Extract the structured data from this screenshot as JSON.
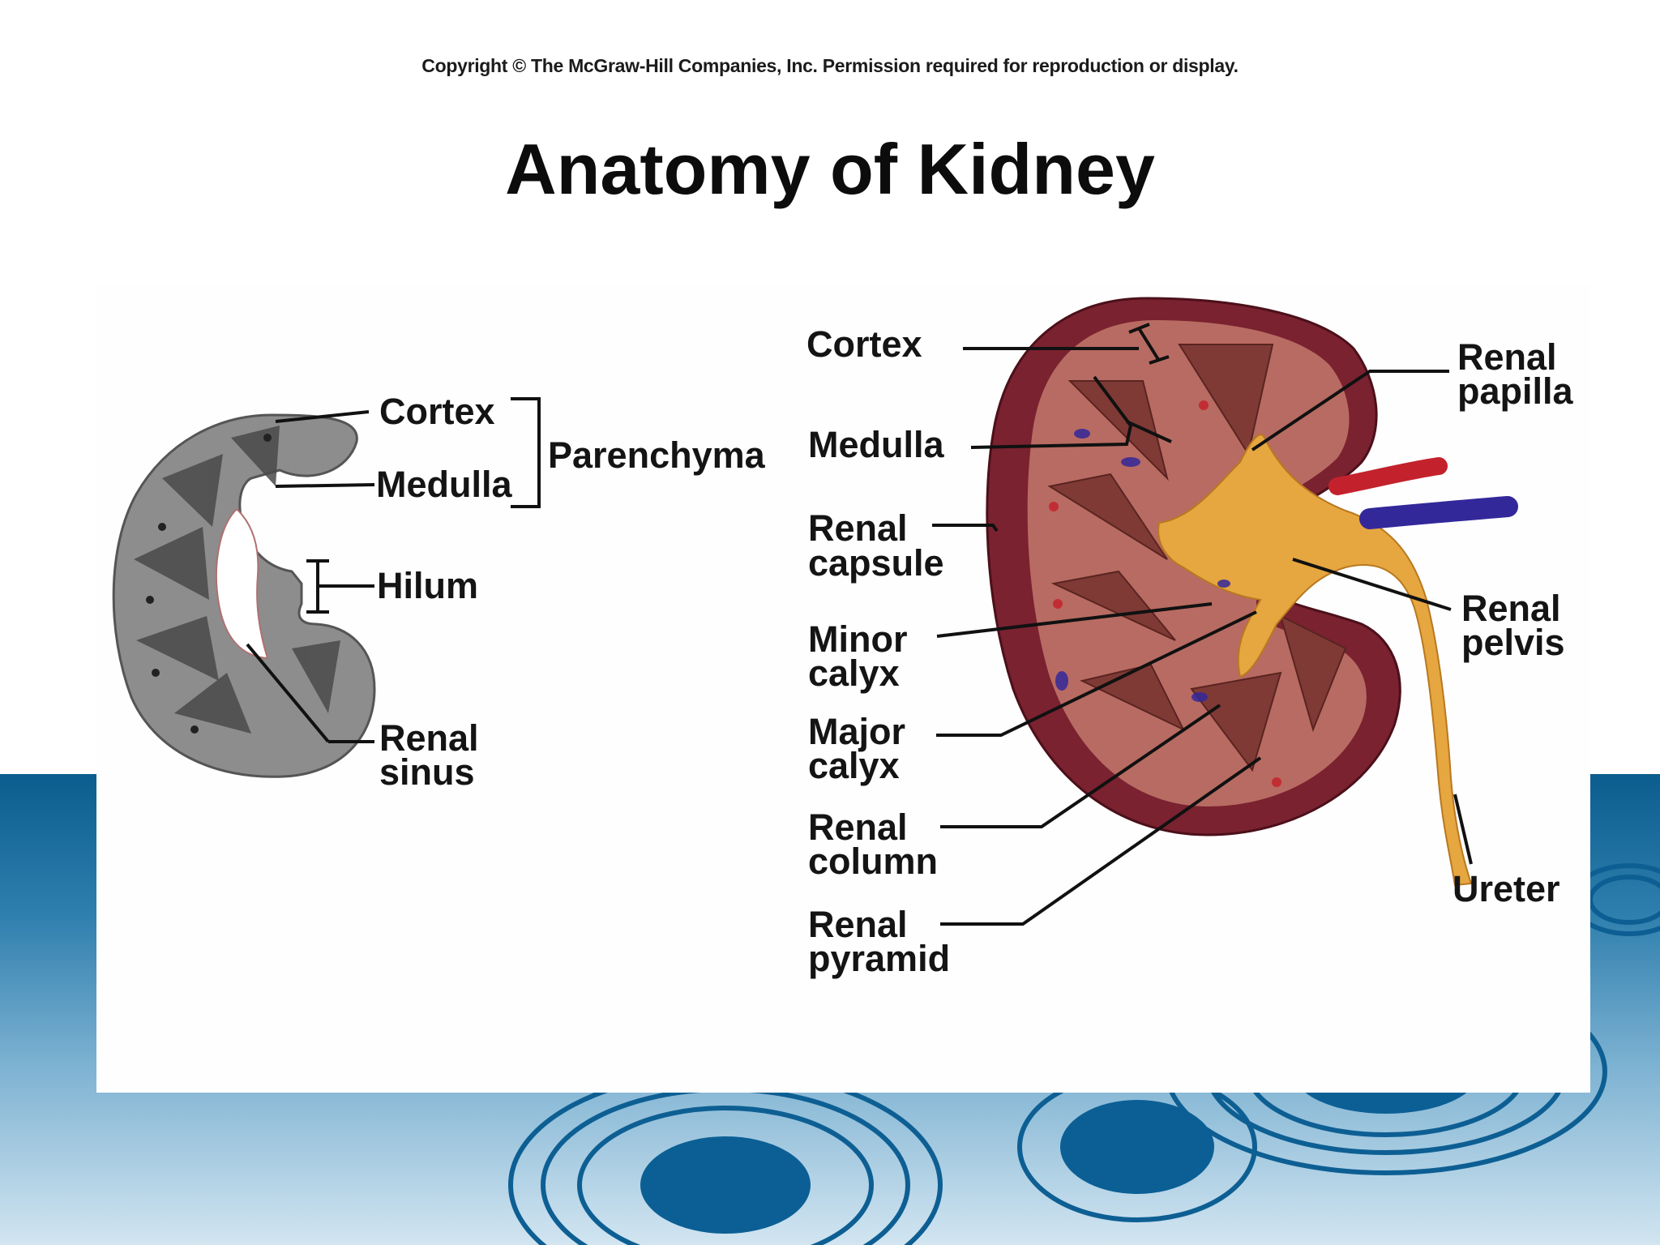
{
  "copyright": "Copyright © The McGraw-Hill Companies, Inc. Permission required for reproduction or display.",
  "title": "Anatomy of Kidney",
  "left_labels": {
    "cortex": "Cortex",
    "medulla": "Medulla",
    "parenchyma": "Parenchyma",
    "hilum": "Hilum",
    "renal_sinus_1": "Renal",
    "renal_sinus_2": "sinus"
  },
  "center_labels": {
    "cortex": "Cortex",
    "medulla": "Medulla",
    "renal_capsule_1": "Renal",
    "renal_capsule_2": "capsule",
    "minor_calyx_1": "Minor",
    "minor_calyx_2": "calyx",
    "major_calyx_1": "Major",
    "major_calyx_2": "calyx",
    "renal_column_1": "Renal",
    "renal_column_2": "column",
    "renal_pyramid_1": "Renal",
    "renal_pyramid_2": "pyramid"
  },
  "right_labels": {
    "renal_papilla_1": "Renal",
    "renal_papilla_2": "papilla",
    "renal_pelvis_1": "Renal",
    "renal_pelvis_2": "pelvis",
    "ureter": "Ureter"
  },
  "colors": {
    "background_band": "#0b5d8e",
    "kidney_outer": "#7a2230",
    "kidney_tissue": "#b86b62",
    "pyramid": "#7f3a36",
    "pelvis": "#e6a640",
    "artery": "#c3222c",
    "vein": "#33289a",
    "section_gray": "#8b8b8b"
  }
}
